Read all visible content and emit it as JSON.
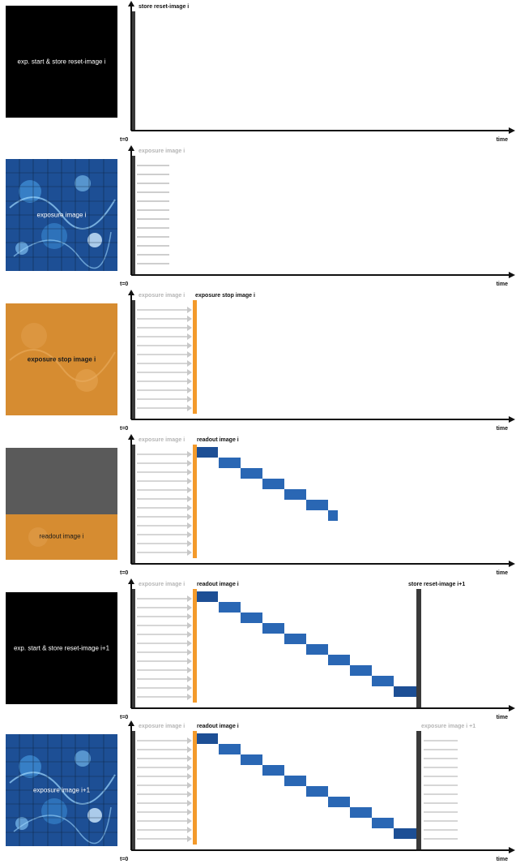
{
  "axis": {
    "t0": "t=0",
    "time": "time"
  },
  "panels": [
    {
      "image_label": "exp. start & store reset-image i",
      "labels": {
        "reset": "store reset-image i"
      }
    },
    {
      "image_label": "exposure image i",
      "labels": {
        "exposure": "exposure image i"
      }
    },
    {
      "image_label": "exposure stop image i",
      "labels": {
        "exposure": "exposure image i",
        "stop": "exposure stop image i"
      }
    },
    {
      "image_label": "readout image i",
      "labels": {
        "exposure": "exposure image i",
        "readout": "readout image i"
      }
    },
    {
      "image_label": "exp. start & store reset-image i+1",
      "labels": {
        "exposure": "exposure image i",
        "readout": "readout image i",
        "reset2": "store reset-image i+1"
      }
    },
    {
      "image_label": "exposure image i+1",
      "labels": {
        "exposure": "exposure image i",
        "readout": "readout image i",
        "exposure2": "exposure image i +1"
      }
    }
  ],
  "colors": {
    "black": "#000000",
    "orange": "#f39a2b",
    "sensor_blue": "#1d4f95",
    "sensor_orange": "#d4892e",
    "readout_gray": "#5a5a5a",
    "axis": "#111111",
    "arrow_gray": "#c8c8c8"
  }
}
